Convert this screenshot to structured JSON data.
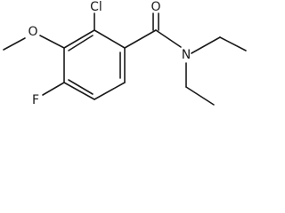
{
  "molecule": {
    "atom_labels": {
      "cl": "Cl",
      "o_carbonyl": "O",
      "o_methoxy": "O",
      "n": "N",
      "f": "F"
    }
  }
}
